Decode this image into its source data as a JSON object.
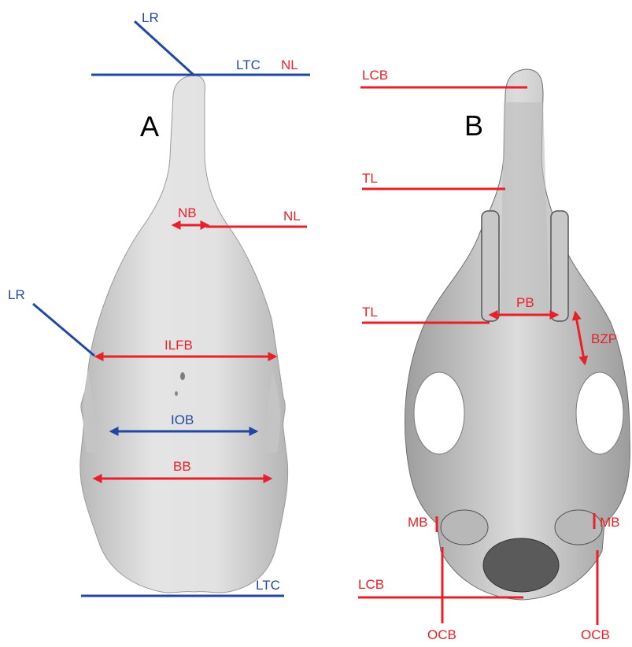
{
  "colors": {
    "red": "#e8202a",
    "blue": "#2347a0",
    "bone": "#d6d6d6",
    "bone_shade": "#a9a9a9",
    "black": "#000000"
  },
  "panel_a": {
    "letter": "A",
    "labels": {
      "lr_top": "LR",
      "ltc_top": "LTC",
      "nl_top": "NL",
      "nb": "NB",
      "nl_mid": "NL",
      "lr_side": "LR",
      "ilfb": "ILFB",
      "iob": "IOB",
      "bb": "BB",
      "ltc_bottom": "LTC"
    }
  },
  "panel_b": {
    "letter": "B",
    "labels": {
      "lcb_top": "LCB",
      "tl_top": "TL",
      "pb": "PB",
      "tl_mid": "TL",
      "bzp": "BZP",
      "mb_left": "MB",
      "mb_right": "MB",
      "lcb_bottom": "LCB",
      "ocb_left": "OCB",
      "ocb_right": "OCB"
    }
  }
}
